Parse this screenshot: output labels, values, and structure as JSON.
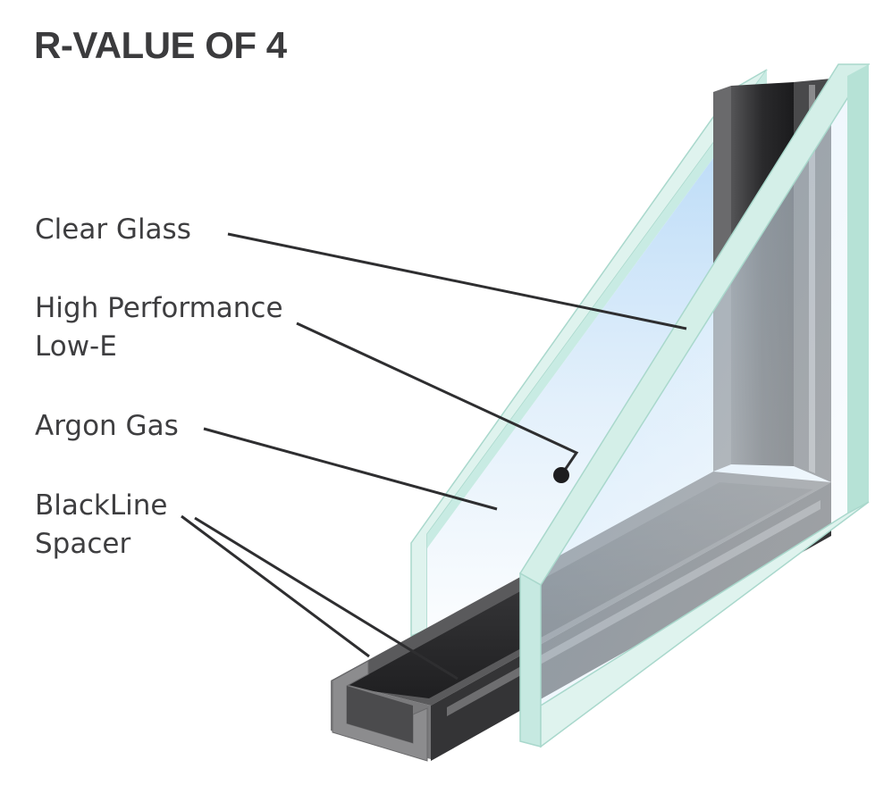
{
  "title": "R-VALUE OF 4",
  "labels": {
    "clear_glass": "Clear Glass",
    "low_e_line1": "High Performance",
    "low_e_line2": "Low-E",
    "argon_gas": "Argon Gas",
    "spacer_line1": "BlackLine",
    "spacer_line2": "Spacer"
  },
  "colors": {
    "text": "#3e3e40",
    "glass_edge": "#d6f0ea",
    "glass_tint": "#cfe6fb",
    "spacer": "#2b2b2d"
  }
}
